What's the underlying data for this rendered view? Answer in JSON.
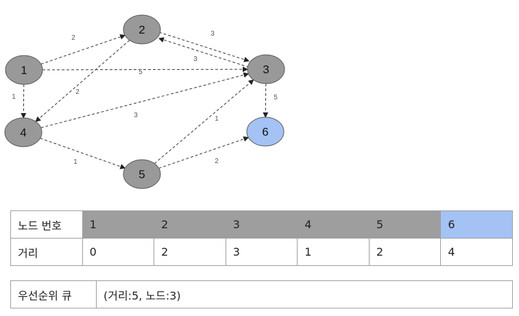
{
  "graph": {
    "nodes": [
      {
        "id": "1",
        "label": "1",
        "color": "#999999"
      },
      {
        "id": "2",
        "label": "2",
        "color": "#999999"
      },
      {
        "id": "3",
        "label": "3",
        "color": "#999999"
      },
      {
        "id": "4",
        "label": "4",
        "color": "#999999"
      },
      {
        "id": "5",
        "label": "5",
        "color": "#999999"
      },
      {
        "id": "6",
        "label": "6",
        "color": "#a4c2f4"
      }
    ],
    "edges": [
      {
        "from": "1",
        "to": "2",
        "weight": "2"
      },
      {
        "from": "2",
        "to": "3",
        "weight": "3"
      },
      {
        "from": "3",
        "to": "2",
        "weight": "3"
      },
      {
        "from": "1",
        "to": "3",
        "weight": "5"
      },
      {
        "from": "1",
        "to": "4",
        "weight": "1"
      },
      {
        "from": "2",
        "to": "4",
        "weight": "2"
      },
      {
        "from": "4",
        "to": "3",
        "weight": "3"
      },
      {
        "from": "3",
        "to": "6",
        "weight": "5"
      },
      {
        "from": "4",
        "to": "5",
        "weight": "1"
      },
      {
        "from": "5",
        "to": "3",
        "weight": "1"
      },
      {
        "from": "5",
        "to": "6",
        "weight": "2"
      }
    ]
  },
  "distance_table": {
    "row1_header": "노드 번호",
    "row2_header": "거리",
    "nodes": [
      "1",
      "2",
      "3",
      "4",
      "5",
      "6"
    ],
    "distances": [
      "0",
      "2",
      "3",
      "1",
      "2",
      "4"
    ]
  },
  "priority_queue": {
    "header": "우선순위 큐",
    "value": "(거리:5, 노드:3)"
  },
  "colors": {
    "visited": "#9e9e9e",
    "target": "#a4c2f4"
  }
}
